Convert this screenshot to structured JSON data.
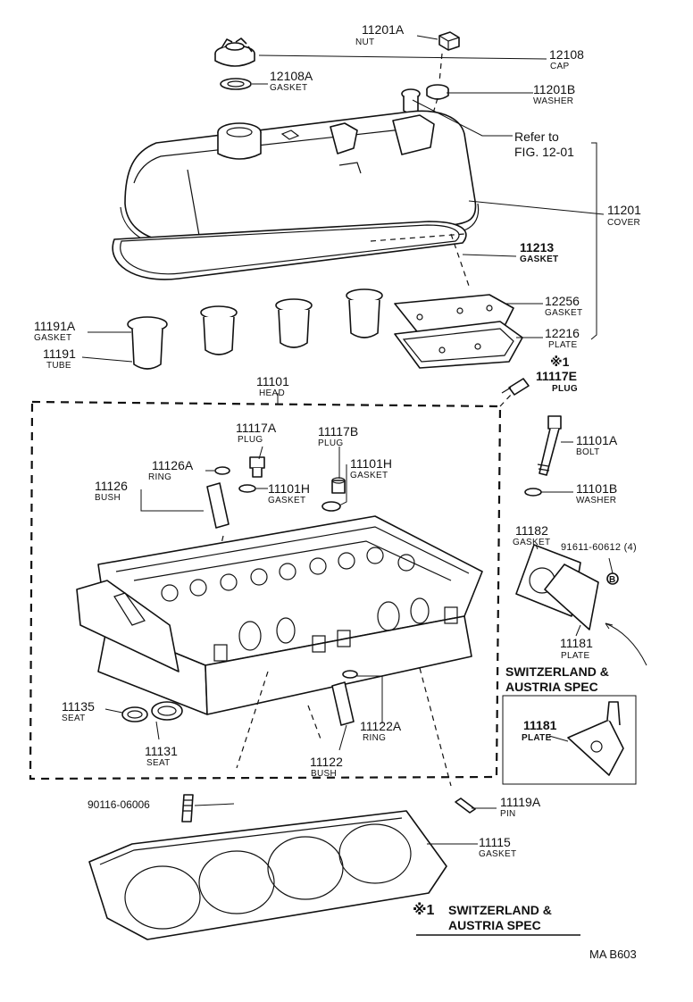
{
  "parts": [
    {
      "id": "nut",
      "number": "11201A",
      "name": "NUT"
    },
    {
      "id": "cap",
      "number": "12108",
      "name": "CAP"
    },
    {
      "id": "cap-gasket",
      "number": "12108A",
      "name": "GASKET"
    },
    {
      "id": "washer-top",
      "number": "11201B",
      "name": "WASHER"
    },
    {
      "id": "cover",
      "number": "11201",
      "name": "COVER"
    },
    {
      "id": "cover-gasket",
      "number": "11213",
      "name": "GASKET"
    },
    {
      "id": "plate-gasket",
      "number": "12256",
      "name": "GASKET"
    },
    {
      "id": "plate-top",
      "number": "12216",
      "name": "PLATE"
    },
    {
      "id": "tube-gasket",
      "number": "11191A",
      "name": "GASKET"
    },
    {
      "id": "tube",
      "number": "11191",
      "name": "TUBE"
    },
    {
      "id": "plug-e",
      "number": "11117E",
      "name": "PLUG"
    },
    {
      "id": "head",
      "number": "11101",
      "name": "HEAD"
    },
    {
      "id": "plug-a",
      "number": "11117A",
      "name": "PLUG"
    },
    {
      "id": "plug-b",
      "number": "11117B",
      "name": "PLUG"
    },
    {
      "id": "ring-126a",
      "number": "11126A",
      "name": "RING"
    },
    {
      "id": "bush-126",
      "number": "11126",
      "name": "BUSH"
    },
    {
      "id": "gasket-h1",
      "number": "11101H",
      "name": "GASKET"
    },
    {
      "id": "gasket-h2",
      "number": "11101H",
      "name": "GASKET"
    },
    {
      "id": "bolt",
      "number": "11101A",
      "name": "BOLT"
    },
    {
      "id": "washer-b",
      "number": "11101B",
      "name": "WASHER"
    },
    {
      "id": "gasket-182",
      "number": "11182",
      "name": "GASKET"
    },
    {
      "id": "plate-181",
      "number": "11181",
      "name": "PLATE"
    },
    {
      "id": "plate-181-spec",
      "number": "11181",
      "name": "PLATE"
    },
    {
      "id": "seat-135",
      "number": "11135",
      "name": "SEAT"
    },
    {
      "id": "seat-131",
      "number": "11131",
      "name": "SEAT"
    },
    {
      "id": "ring-122a",
      "number": "11122A",
      "name": "RING"
    },
    {
      "id": "bush-122",
      "number": "11122",
      "name": "BUSH"
    },
    {
      "id": "pin",
      "number": "11119A",
      "name": "PIN"
    },
    {
      "id": "head-gasket",
      "number": "11115",
      "name": "GASKET"
    }
  ],
  "extra_labels": {
    "stud": "90116-06006",
    "bolt_qty": "91611-60612 (4)",
    "marker_b": "B",
    "refer_line1": "Refer to",
    "refer_line2": "FIG. 12-01",
    "note_marker": "※1",
    "switz_line1": "SWITZERLAND &",
    "switz_line2": "AUSTRIA SPEC",
    "footnote_marker": "※1",
    "footnote_line1": "SWITZERLAND &",
    "footnote_line2": "AUSTRIA SPEC",
    "figure_code": "MA B603"
  }
}
